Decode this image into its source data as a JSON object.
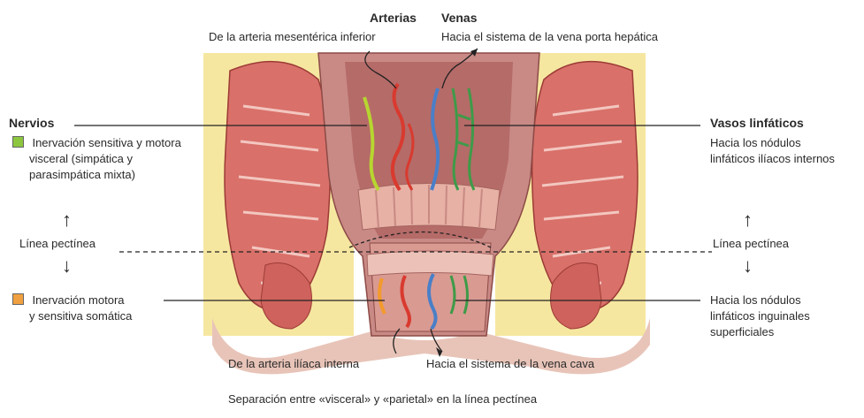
{
  "arterias": {
    "title": "Arterias",
    "sub": "De la arteria mesentérica inferior"
  },
  "venas": {
    "title": "Venas",
    "sub": "Hacia el sistema de la vena porta hepática"
  },
  "nervios": {
    "title": "Nervios",
    "visceral_lines": [
      "Inervación sensitiva y motora",
      "visceral (simpática y",
      "parasimpática mixta)"
    ],
    "somatic_lines": [
      "Inervación motora",
      "y sensitiva somática"
    ],
    "visceral_color": "#8dc63f",
    "somatic_color": "#f0a040"
  },
  "vasos": {
    "title": "Vasos linfáticos",
    "upper_lines": [
      "Hacia los nódulos",
      "linfáticos ilíacos internos"
    ],
    "lower_lines": [
      "Hacia los nódulos",
      "linfáticos inguinales",
      "superficiales"
    ]
  },
  "pectinate_left": "Línea pectínea",
  "pectinate_right": "Línea pectínea",
  "bottom_left": "De la arteria ilíaca interna",
  "bottom_right": "Hacia el sistema de la vena cava",
  "caption": "Separación entre «visceral» y «parietal» en la línea pectínea",
  "colors": {
    "muscle": "#d9706a",
    "fat": "#f6e7a0",
    "mucosa": "#c98a86",
    "artery": "#d93a2f",
    "vein": "#4a7fc8",
    "lymph": "#3e9b48",
    "nerve_visceral": "#b7d630",
    "nerve_somatic": "#f39a2c"
  }
}
